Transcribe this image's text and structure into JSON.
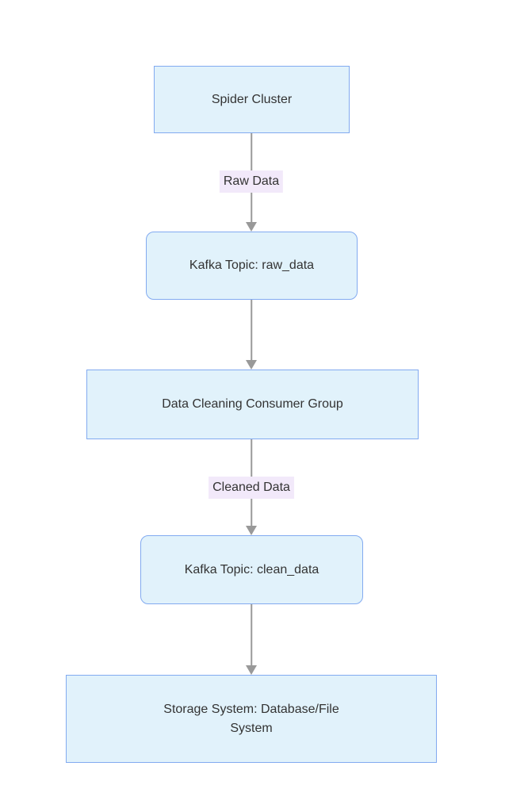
{
  "diagram": {
    "type": "flowchart-top-down",
    "nodes": [
      {
        "id": "spider",
        "label": "Spider Cluster",
        "shape": "rect"
      },
      {
        "id": "raw_topic",
        "label": "Kafka Topic: raw_data",
        "shape": "rounded"
      },
      {
        "id": "cleaning",
        "label": "Data Cleaning Consumer Group",
        "shape": "rect"
      },
      {
        "id": "clean_topic",
        "label": "Kafka Topic: clean_data",
        "shape": "rounded"
      },
      {
        "id": "storage",
        "label": "Storage System: Database/File System",
        "shape": "rect"
      }
    ],
    "edges": [
      {
        "from": "spider",
        "to": "raw_topic",
        "label": "Raw Data"
      },
      {
        "from": "raw_topic",
        "to": "cleaning",
        "label": ""
      },
      {
        "from": "cleaning",
        "to": "clean_topic",
        "label": "Cleaned Data"
      },
      {
        "from": "clean_topic",
        "to": "storage",
        "label": ""
      }
    ]
  },
  "colors": {
    "node-fill": "#e1f2fb",
    "node-border": "#82aaf0",
    "edge-color": "#999999",
    "label-bg": "#f2e9fa",
    "text-color": "#333333",
    "canvas-bg": "#ffffff"
  }
}
